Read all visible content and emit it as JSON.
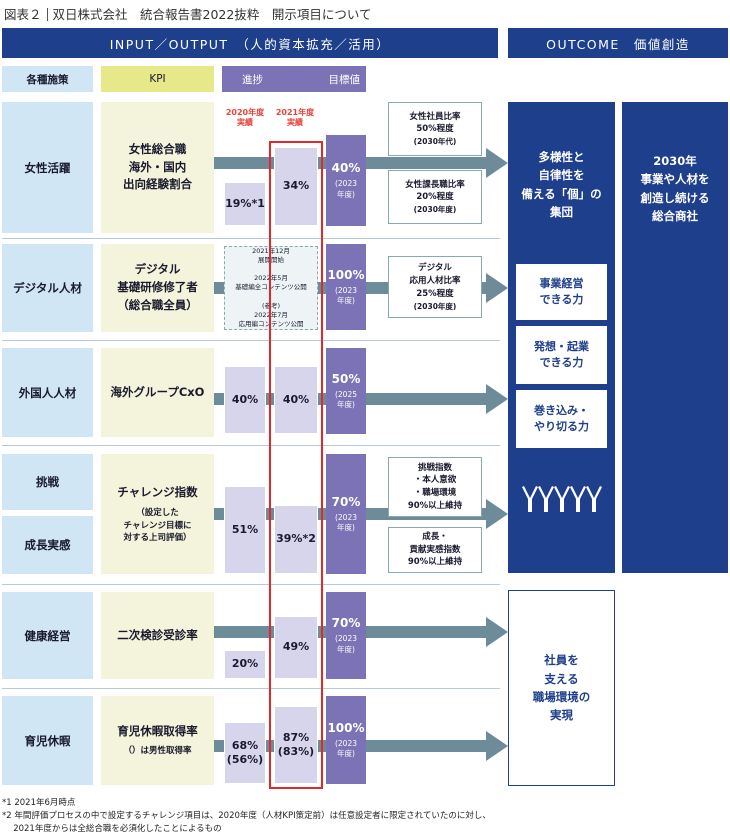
{
  "title": {
    "label": "図表２",
    "text": "双日株式会社　統合報告書2022抜粋　開示項目について"
  },
  "headers": {
    "input_output": "INPUT／OUTPUT　（人的資本拡充／活用）",
    "outcome": "OUTCOME　価値創造",
    "policies": "各種施策",
    "kpi": "KPI",
    "progress": "進捗",
    "target": "目標値",
    "year_2020": "2020年度\n実績",
    "year_2021": "2021年度\n実績"
  },
  "rows": {
    "women": {
      "category": "女性活躍",
      "kpi": "女性総合職\n海外・国内\n出向経験割合",
      "v2020": "19%*1",
      "v2021": "34%",
      "target": "40%",
      "target_note": "(2023\n年度)"
    },
    "digital": {
      "category": "デジタル人材",
      "kpi": "デジタル\n基礎研修修了者\n（総合職全員）",
      "progress_note": "2021年12月\n展開開始\n\n2022年5月\n基礎編全コンテンツ公開\n\n(参考)\n2022年7月\n応用編コンテンツ公開",
      "target": "100%",
      "target_note": "(2023\n年度)"
    },
    "foreign": {
      "category": "外国人人材",
      "kpi": "海外グループCxO",
      "v2020": "40%",
      "v2021": "40%",
      "target": "50%",
      "target_note": "(2025\n年度)"
    },
    "challenge": {
      "category_a": "挑戦",
      "category_b": "成長実感",
      "kpi": "チャレンジ指数",
      "kpi_note": "（設定した\nチャレンジ目標に\n対する上司評価）",
      "v2020": "51%",
      "v2021": "39%*2",
      "target": "70%",
      "target_note": "(2023\n年度)"
    },
    "health": {
      "category": "健康経営",
      "kpi": "二次検診受診率",
      "v2020": "20%",
      "v2021": "49%",
      "target": "70%",
      "target_note": "(2023\n年度)"
    },
    "childcare": {
      "category": "育児休暇",
      "kpi": "育児休暇取得率",
      "kpi_note": "（）は男性取得率",
      "v2020": "68%\n(56%)",
      "v2021": "87%\n(83%)",
      "target": "100%",
      "target_note": "(2023\n年度)"
    }
  },
  "targets": {
    "women_a": {
      "main": "女性社員比率\n50%程度",
      "sub": "(2030年代)"
    },
    "women_b": {
      "main": "女性課長職比率\n20%程度",
      "sub": "(2030年度)"
    },
    "digital": {
      "main": "デジタル\n応用人材比率\n25%程度",
      "sub": "(2030年度)"
    },
    "challenge": {
      "main": "挑戦指数\n・本人意欲\n・職場環境\n90%以上維持"
    },
    "growth": {
      "main": "成長・\n貢献実感指数\n90%以上維持"
    }
  },
  "outcome": {
    "diversity": "多様性と\n自律性を\n備える「個」の\n集団",
    "vision": "2030年\n事業や人材を\n創造し続ける\n総合商社",
    "powers": [
      "事業経営\nできる力",
      "発想・起業\nできる力",
      "巻き込み・\nやり切る力"
    ],
    "workplace": "社員を\n支える\n職場環境の\n実現"
  },
  "footnotes": [
    "*1 2021年6月時点",
    "*2 年間評価プロセスの中で設定するチャレンジ項目は、2020年度（人材KPI策定前）は任意設定者に限定されていたのに対し、",
    "　 2021年度からは全総合職を必須化したことによるもの"
  ],
  "colors": {
    "navy": "#1e3f8c",
    "lightblue": "#d0e6f4",
    "cream": "#f4f4dc",
    "lavender": "#d6d5ec",
    "purple": "#7b73b5",
    "arrow": "#6e8b9a",
    "red": "#e02a2a"
  }
}
